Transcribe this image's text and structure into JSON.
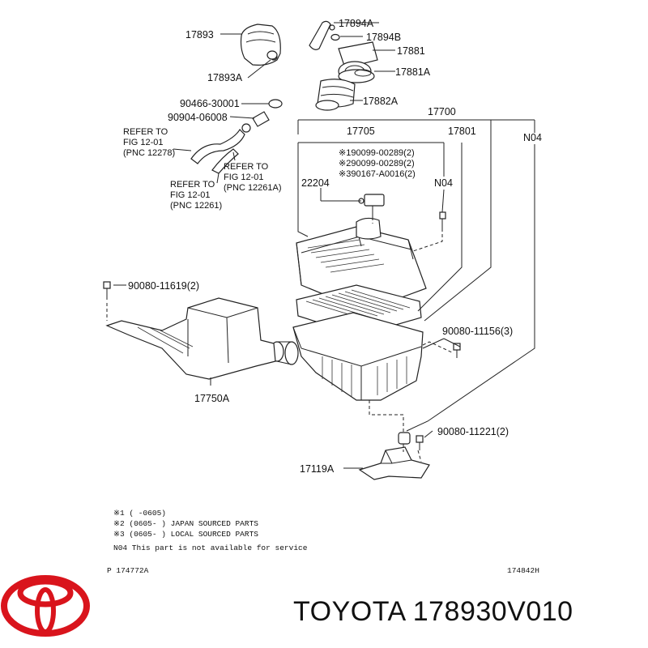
{
  "callouts": {
    "p17893": "17893",
    "p17893A": "17893A",
    "p17894A": "17894A",
    "p17894B": "17894B",
    "p17881": "17881",
    "p17881A": "17881A",
    "p17882A": "17882A",
    "p90466": "90466-30001",
    "p90904": "90904-06008",
    "p17700": "17700",
    "p17705": "17705",
    "p17801": "17801",
    "pN04a": "N04",
    "pN04b": "N04",
    "p22204": "22204",
    "s1": "※190099-00289(2)",
    "s2": "※290099-00289(2)",
    "s3": "※390167-A0016(2)",
    "p90080a": "90080-11619(2)",
    "p90080b": "90080-11156(3)",
    "p90080c": "90080-11221(2)",
    "p17750A": "17750A",
    "p17119A": "17119A"
  },
  "refer1": [
    "REFER TO",
    "FIG 12-01",
    "(PNC 12278)"
  ],
  "refer2": [
    "REFER TO",
    "FIG 12-01",
    "(PNC 12261A)"
  ],
  "refer3": [
    "REFER TO",
    "FIG 12-01",
    "(PNC 12261)"
  ],
  "notes": [
    "※1 (     -0605)",
    "※2 (0605-     ) JAPAN SOURCED PARTS",
    "※3 (0605-     ) LOCAL SOURCED PARTS",
    "N04 This part is not available for service"
  ],
  "footer": {
    "left": "P 174772A",
    "right": "174842H"
  },
  "brand_text": "TOYOTA 178930V010",
  "colors": {
    "logo": "#d9141c",
    "line": "#222222"
  }
}
